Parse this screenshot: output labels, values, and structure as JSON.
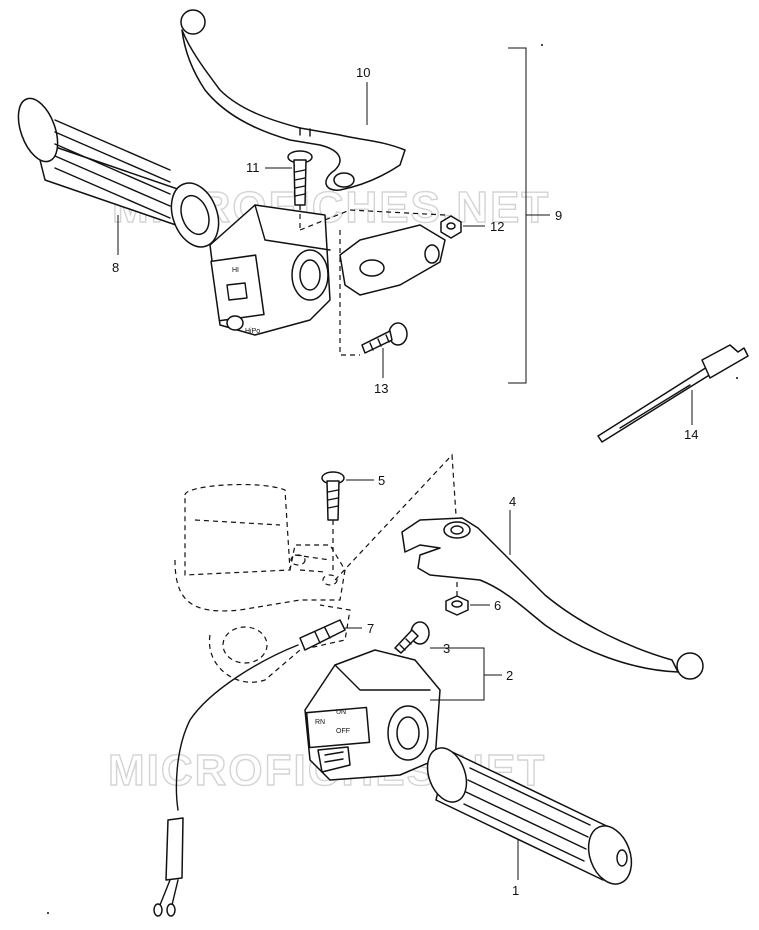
{
  "watermarks": [
    "MICROFICHES.NET",
    "MICROFICHES.NET"
  ],
  "switch_text": {
    "upper_brand": "HiPo",
    "lower_lines": [
      "RN",
      "OFF",
      "UN"
    ]
  },
  "labels": [
    {
      "id": "1",
      "text": "1"
    },
    {
      "id": "2",
      "text": "2"
    },
    {
      "id": "3",
      "text": "3"
    },
    {
      "id": "4",
      "text": "4"
    },
    {
      "id": "5",
      "text": "5"
    },
    {
      "id": "6",
      "text": "6"
    },
    {
      "id": "7",
      "text": "7"
    },
    {
      "id": "8",
      "text": "8"
    },
    {
      "id": "9",
      "text": "9"
    },
    {
      "id": "10",
      "text": "10"
    },
    {
      "id": "11",
      "text": "11"
    },
    {
      "id": "12",
      "text": "12"
    },
    {
      "id": "13",
      "text": "13"
    },
    {
      "id": "14",
      "text": "14"
    }
  ]
}
